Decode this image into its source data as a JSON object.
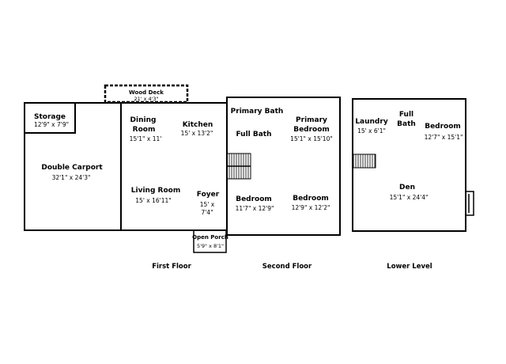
{
  "rooms": {
    "wood_deck": {
      "name": "Wood Deck",
      "dim": "21' x 4'3\""
    },
    "storage": {
      "name": "Storage",
      "dim": "12'9\" x 7'9\""
    },
    "double_carport": {
      "name": "Double Carport",
      "dim": "32'1\" x 24'3\""
    },
    "dining_room": {
      "name1": "Dining",
      "name2": "Room",
      "dim": "15'1\" x 11'"
    },
    "kitchen": {
      "name": "Kitchen",
      "dim": "15' x 13'2\""
    },
    "living_room": {
      "name": "Living Room",
      "dim": "15' x 16'11\""
    },
    "foyer": {
      "name": "Foyer",
      "dim1": "15' x",
      "dim2": "7'4\""
    },
    "open_porch": {
      "name": "Open Porch",
      "dim": "5'9\" x 8'1\""
    },
    "primary_bath": {
      "name": "Primary Bath"
    },
    "primary_bedroom": {
      "name1": "Primary",
      "name2": "Bedroom",
      "dim": "15'1\" x 15'10\""
    },
    "full_bath_2": {
      "name": "Full Bath"
    },
    "bedroom_2a": {
      "name": "Bedroom",
      "dim": "11'7\" x 12'9\""
    },
    "bedroom_2b": {
      "name": "Bedroom",
      "dim": "12'9\" x 12'2\""
    },
    "laundry": {
      "name": "Laundry",
      "dim": "15' x 6'1\""
    },
    "full_bath_lower": {
      "name1": "Full",
      "name2": "Bath"
    },
    "bedroom_lower": {
      "name": "Bedroom",
      "dim": "12'7\" x 15'1\""
    },
    "den": {
      "name": "Den",
      "dim": "15'1\" x 24'4\""
    }
  },
  "floors": {
    "first": "First Floor",
    "second": "Second Floor",
    "lower": "Lower Level"
  }
}
